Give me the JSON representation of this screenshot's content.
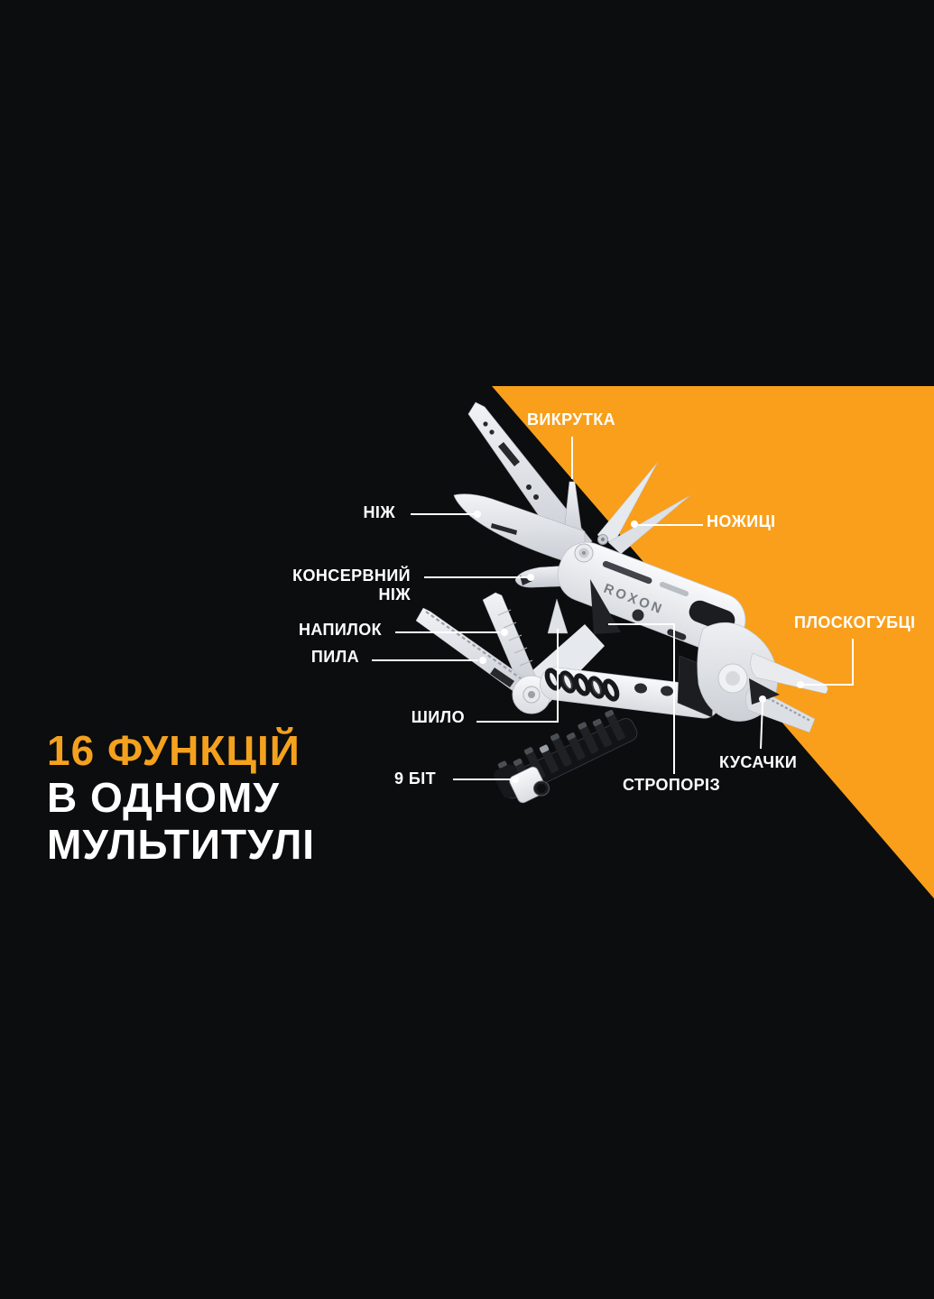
{
  "brand_logo": "ROXON",
  "headline": {
    "line1": "16 ФУНКЦІЙ",
    "line2": "В ОДНОМУ",
    "line3": "МУЛЬТИТУЛІ"
  },
  "callout_labels": {
    "screwdriver": "ВИКРУТКА",
    "knife": "НІЖ",
    "scissors": "НОЖИЦІ",
    "can_opener_line1": "КОНСЕРВНИЙ",
    "can_opener_line2": "НІЖ",
    "file": "НАПИЛОК",
    "saw": "ПИЛА",
    "awl": "ШИЛО",
    "bits": "9 БІТ",
    "strap_cutter": "СТРОПОРІЗ",
    "wire_cutters": "КУСАЧКИ",
    "pliers": "ПЛОСКОГУБЦІ"
  },
  "colors": {
    "background": "#0c0d0f",
    "accent_orange": "#f99f1b",
    "headline_orange": "#f4a11e",
    "label_text": "#ffffff",
    "callout_line": "#ffffff",
    "tool_metal": "#e9ebef"
  }
}
